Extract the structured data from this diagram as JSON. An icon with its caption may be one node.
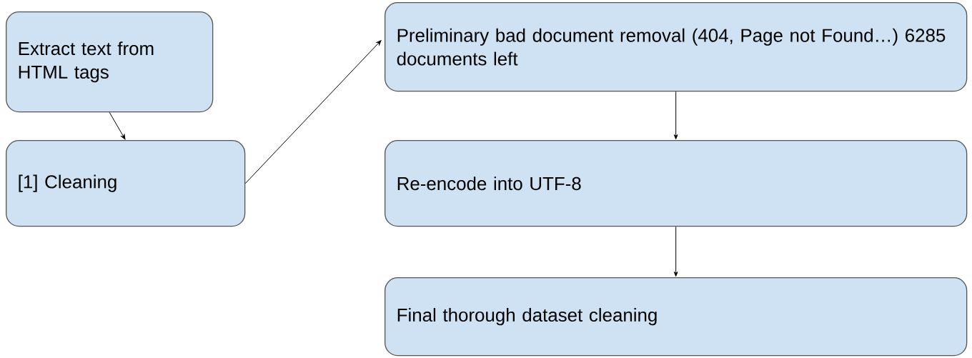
{
  "diagram": {
    "nodes": [
      {
        "text": [
          "Extract text from HTML tags"
        ]
      },
      {
        "text": [
          "[1] Cleaning"
        ]
      },
      {
        "text": [
          "Preliminary bad document removal (404, Page not Found…) 6285 documents left"
        ]
      },
      {
        "text": [
          "Re-encode into UTF-8"
        ]
      },
      {
        "text": [
          "Final thorough dataset cleaning"
        ]
      }
    ],
    "edges": [
      {
        "from": 0,
        "to": 1,
        "arrow": "to"
      },
      {
        "from": 1,
        "to": 2,
        "arrow": "to"
      },
      {
        "from": 2,
        "to": 3,
        "arrow": "to"
      },
      {
        "from": 3,
        "to": 4,
        "arrow": "to"
      }
    ]
  }
}
